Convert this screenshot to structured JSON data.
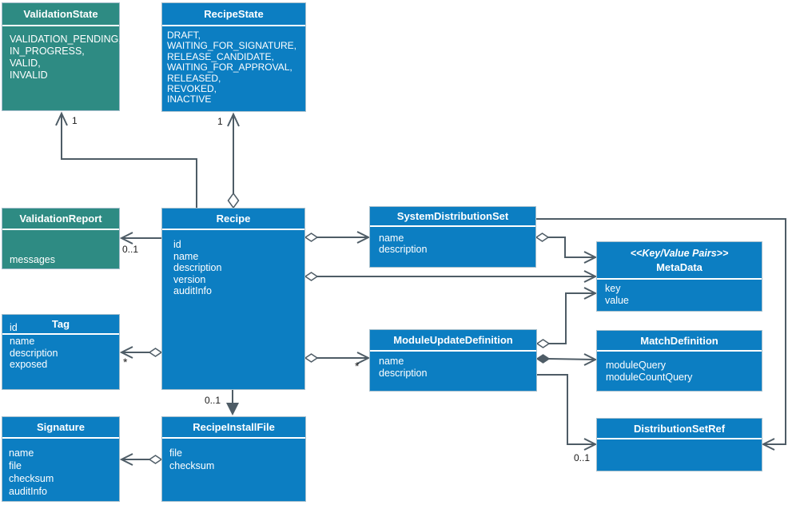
{
  "classes": {
    "validation_state": {
      "title": "ValidationState",
      "attributes": [
        "VALIDATION_PENDING,",
        "IN_PROGRESS,",
        "VALID,",
        "INVALID"
      ]
    },
    "recipe_state": {
      "title": "RecipeState",
      "attributes": [
        "DRAFT,",
        "WAITING_FOR_SIGNATURE,",
        "RELEASE_CANDIDATE,",
        "WAITING_FOR_APPROVAL,",
        "RELEASED,",
        "REVOKED,",
        "INACTIVE"
      ]
    },
    "validation_report": {
      "title": "ValidationReport",
      "attributes": [
        "messages"
      ]
    },
    "recipe": {
      "title": "Recipe",
      "attributes": [
        "id",
        "name",
        "description",
        "version",
        "auditInfo"
      ]
    },
    "system_distribution_set": {
      "title": "SystemDistributionSet",
      "attributes": [
        "name",
        "description"
      ]
    },
    "meta_data": {
      "stereotype": "<<Key/Value Pairs>>",
      "title": "MetaData",
      "attributes": [
        "key",
        "value"
      ]
    },
    "tag": {
      "title": "Tag",
      "attributes": [
        "id",
        "name",
        "description",
        "exposed"
      ]
    },
    "module_update_definition": {
      "title": "ModuleUpdateDefinition",
      "attributes": [
        "name",
        "description"
      ]
    },
    "match_definition": {
      "title": "MatchDefinition",
      "attributes": [
        "moduleQuery",
        "moduleCountQuery"
      ]
    },
    "distribution_set_ref": {
      "title": "DistributionSetRef",
      "attributes": []
    },
    "signature": {
      "title": "Signature",
      "attributes": [
        "name",
        "file",
        "checksum",
        "auditInfo"
      ]
    },
    "recipe_install_file": {
      "title": "RecipeInstallFile",
      "attributes": [
        "file",
        "checksum"
      ]
    }
  },
  "multiplicities": {
    "validation_state": "1",
    "recipe_state": "1",
    "validation_report": "0..1",
    "tag": "*",
    "module_update_definition": "*",
    "recipe_install_file": "0..1",
    "distribution_set_ref": "0..1"
  },
  "colors": {
    "teal_fill": "#2e8b83",
    "blue_fill": "#0c7ec2",
    "wire": "#4e5c66",
    "box_border": "#a6bfcc"
  }
}
